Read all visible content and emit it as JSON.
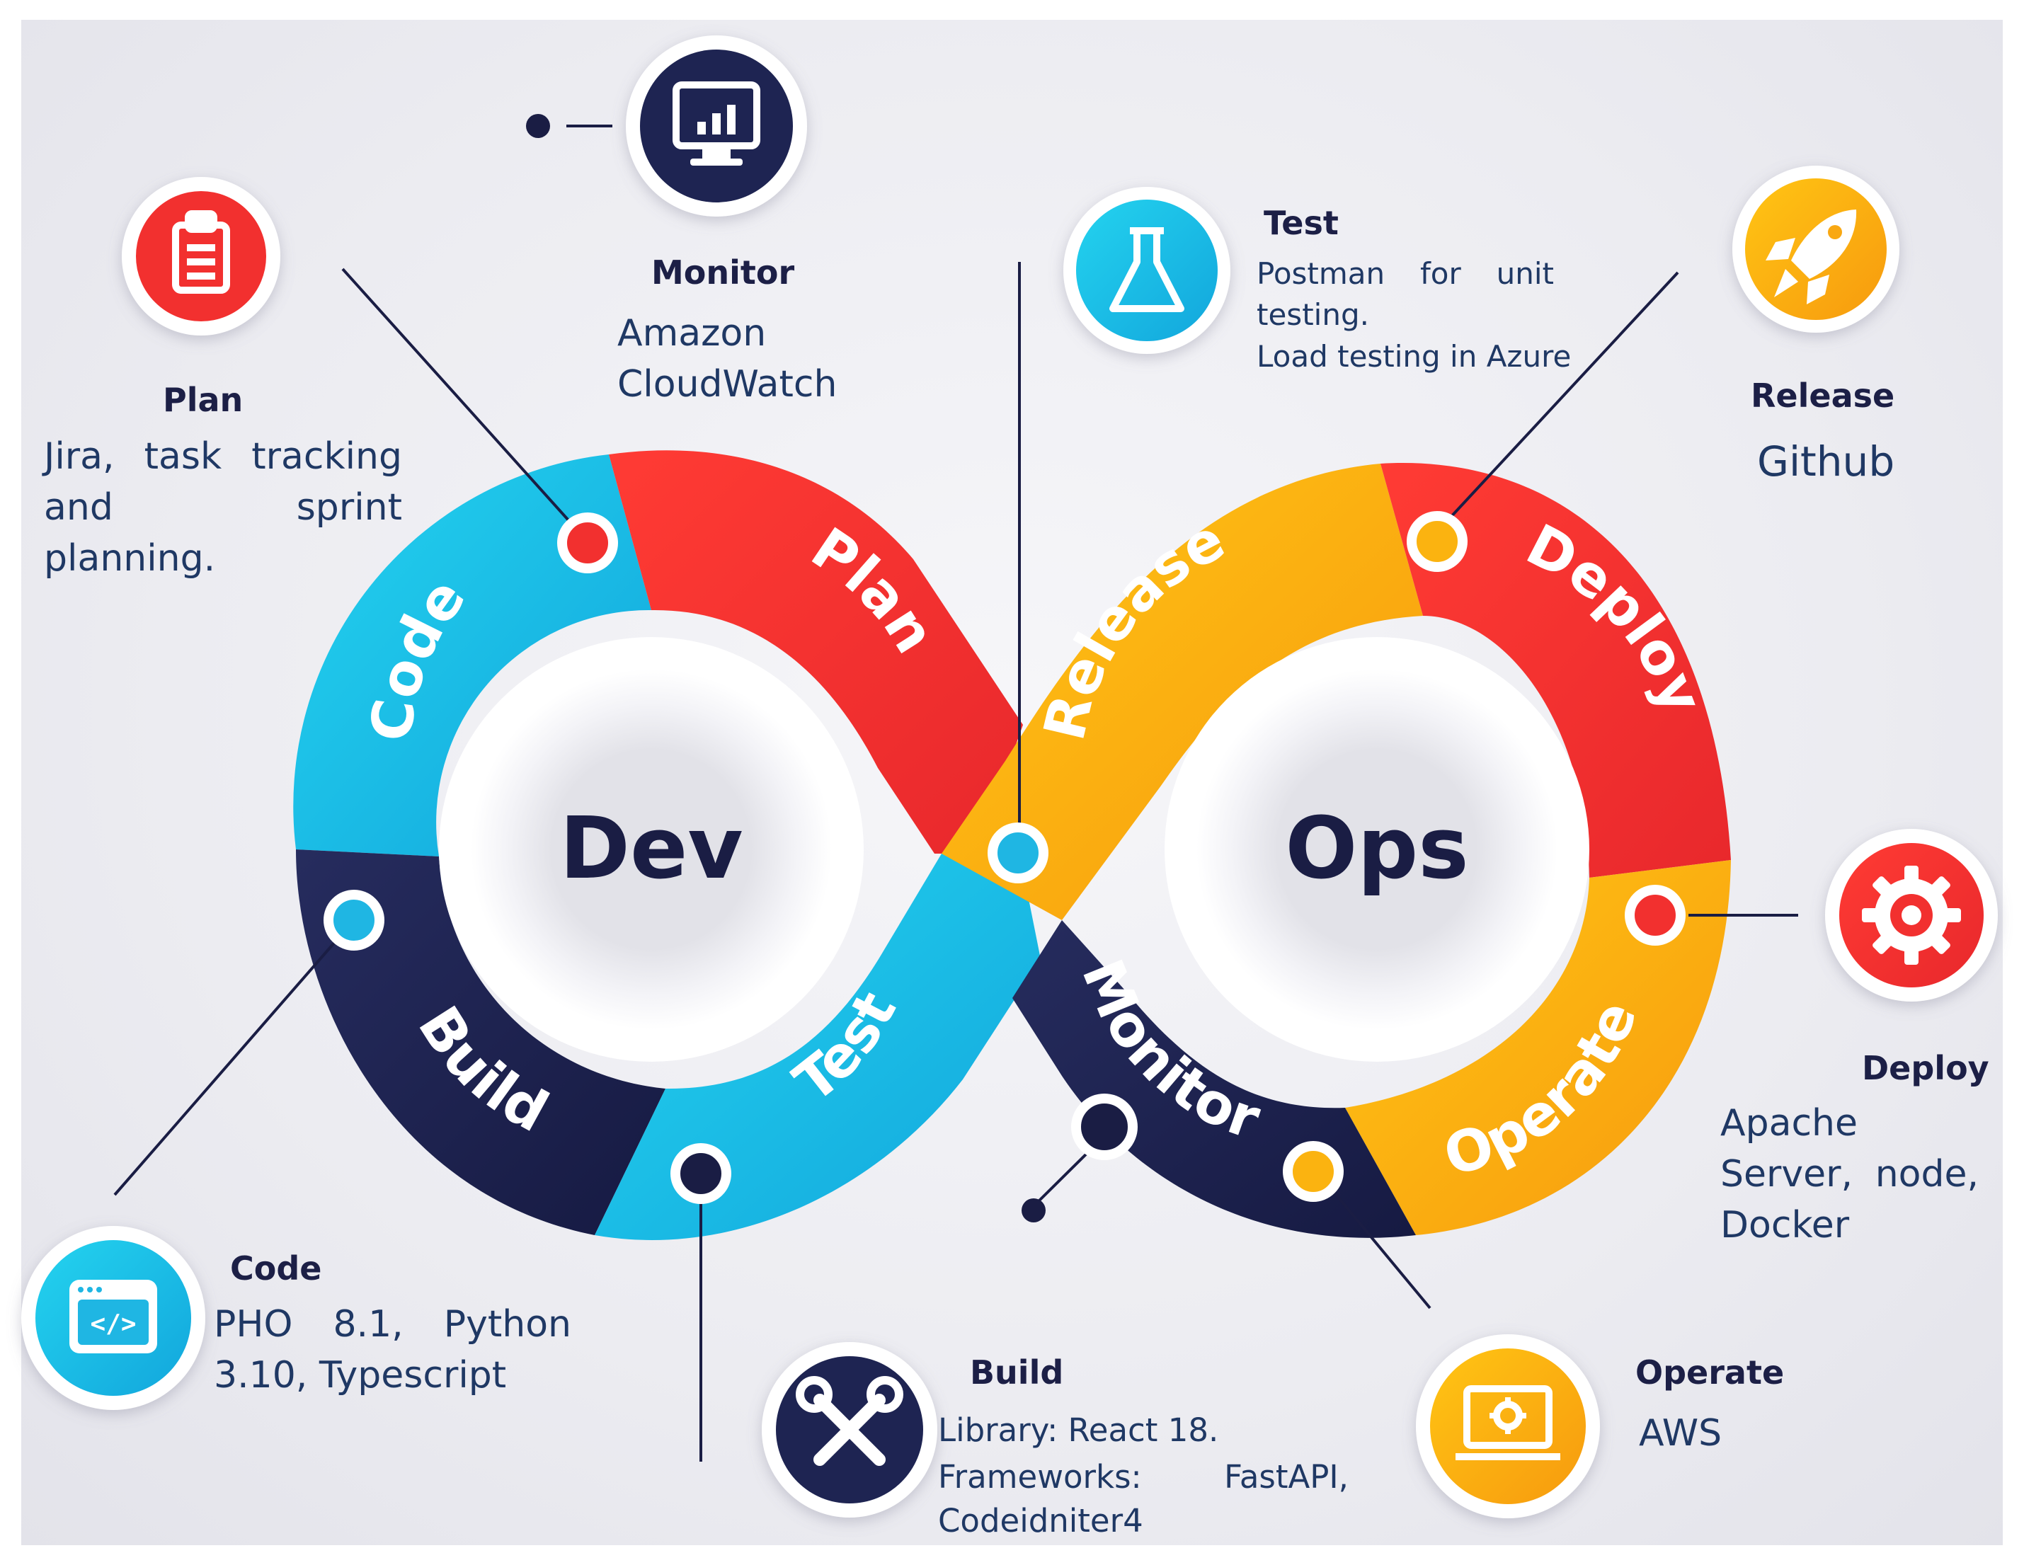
{
  "center": {
    "dev": "Dev",
    "ops": "Ops"
  },
  "ring_labels": {
    "code": "Code",
    "plan": "Plan",
    "build": "Build",
    "test": "Test",
    "release": "Release",
    "deploy": "Deploy",
    "monitor": "Monitor",
    "operate": "Operate"
  },
  "callouts": {
    "plan": {
      "heading": "Plan",
      "text": "Jira, task tracking and sprint planning.",
      "icon": "clipboard-icon"
    },
    "monitor": {
      "heading": "Monitor",
      "text": "Amazon CloudWatch",
      "icon": "monitor-chart-icon"
    },
    "test": {
      "heading": "Test",
      "line1": "Postman for unit testing.",
      "line2": "Load testing in Azure",
      "icon": "flask-icon"
    },
    "release": {
      "heading": "Release",
      "text": "Github",
      "icon": "rocket-icon"
    },
    "deploy": {
      "heading": "Deploy",
      "text": "Apache Server, node, Docker",
      "icon": "gear-icon"
    },
    "code": {
      "heading": "Code",
      "text": "PHO 8.1, Python 3.10, Typescript",
      "icon": "code-window-icon"
    },
    "build": {
      "heading": "Build",
      "line1": "Library: React 18.",
      "line2": "Frameworks: FastAPI, Codeidniter4",
      "icon": "wrench-screwdriver-icon"
    },
    "operate": {
      "heading": "Operate",
      "text": "AWS",
      "icon": "laptop-gear-icon"
    }
  },
  "colors": {
    "cyan": "#1fb6e3",
    "red": "#f2302f",
    "orange": "#fbb310",
    "navy": "#1e2452",
    "text_blue": "#1f3864"
  }
}
